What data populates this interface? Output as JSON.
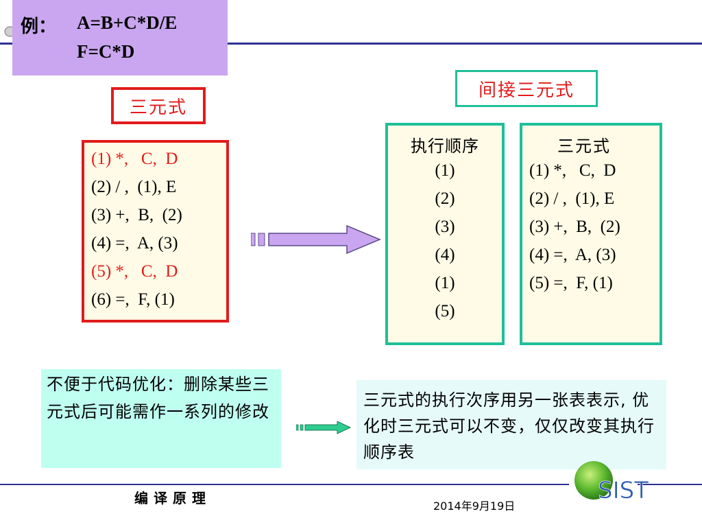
{
  "example": {
    "label": "例：",
    "line1": "A=B+C*D/E",
    "line2": "F=C*D"
  },
  "triples_label": "三元式",
  "indirect_label": "间接三元式",
  "triples": [
    {
      "text": "(1) *,   C,  D",
      "highlight": true
    },
    {
      "text": "(2) / ,  (1), E",
      "highlight": false
    },
    {
      "text": "(3) +,  B,  (2)",
      "highlight": false
    },
    {
      "text": "(4) =,  A, (3)",
      "highlight": false
    },
    {
      "text": "(5) *,   C,  D",
      "highlight": true
    },
    {
      "text": "(6) =,  F, (1)",
      "highlight": false
    }
  ],
  "exec_order": {
    "header": "执行顺序",
    "items": [
      "(1)",
      "(2)",
      "(3)",
      "(4)",
      "(1)",
      "(5)"
    ]
  },
  "indirect_triples": {
    "header": "三元式",
    "items": [
      "(1) *,   C,  D",
      "(2) / ,  (1), E",
      "(3) +,  B,  (2)",
      "(4) =,  A, (3)",
      "(5) =,  F, (1)"
    ]
  },
  "notes": {
    "left": "不便于代码优化：删除某些三元式后可能需作一系列的修改",
    "right": "三元式的执行次序用另一张表表示, 优化时三元式可以不变，仅仅改变其执行顺序表"
  },
  "footer": {
    "course": "编译原理",
    "date": "2014年9月19日",
    "logo_text": "SIST"
  },
  "colors": {
    "accent_red": "#e11b1b",
    "teal": "#1fbf9a",
    "purple_box": "#c9a6ef",
    "navy_line": "#2e3192",
    "cream": "#fffbe6"
  },
  "icons": [
    "swirl-decoration-icon",
    "right-arrow-icon",
    "small-right-arrow-icon",
    "sist-logo-icon"
  ]
}
